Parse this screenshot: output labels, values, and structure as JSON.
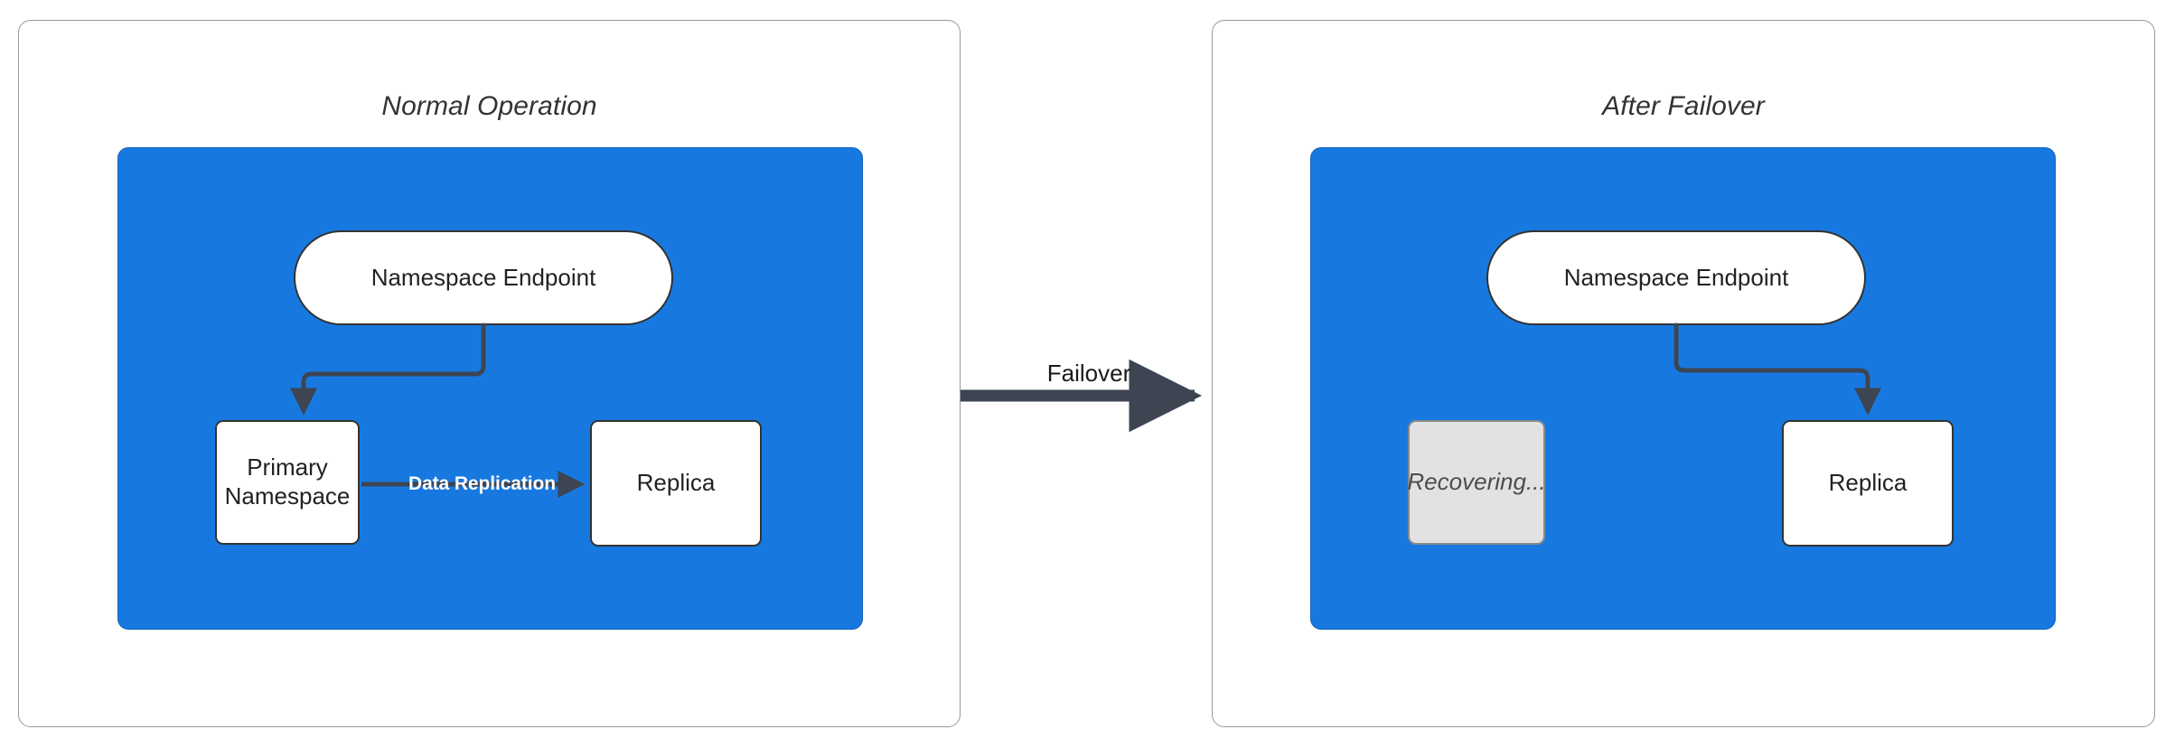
{
  "colors": {
    "region_blue": "#1779E0",
    "stroke_dark": "#333333",
    "muted_fill": "#e2e2e2",
    "panel_border": "#999999",
    "failover_arrow": "#3d4552"
  },
  "panels": [
    {
      "id": "normal",
      "title": "Normal Operation",
      "nodes": [
        {
          "id": "endpoint",
          "label": "Namespace Endpoint",
          "shape": "pill",
          "state": "active"
        },
        {
          "id": "primary",
          "label": "Primary\nNamespace",
          "shape": "box",
          "state": "active"
        },
        {
          "id": "replica",
          "label": "Replica",
          "shape": "box",
          "state": "active"
        }
      ],
      "edges": [
        {
          "from": "endpoint",
          "to": "primary",
          "label": ""
        },
        {
          "from": "primary",
          "to": "replica",
          "label": "Data Replication"
        }
      ]
    },
    {
      "id": "failover",
      "title": "After Failover",
      "nodes": [
        {
          "id": "endpoint",
          "label": "Namespace Endpoint",
          "shape": "pill",
          "state": "active"
        },
        {
          "id": "recovering",
          "label": "Recovering...",
          "shape": "box",
          "state": "muted"
        },
        {
          "id": "replica",
          "label": "Replica",
          "shape": "box",
          "state": "active"
        }
      ],
      "edges": [
        {
          "from": "endpoint",
          "to": "replica",
          "label": ""
        }
      ]
    }
  ],
  "transition": {
    "label": "Failover"
  }
}
